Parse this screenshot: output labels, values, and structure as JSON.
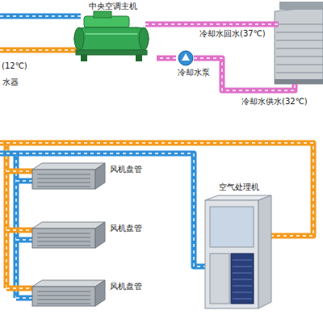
{
  "diagram": {
    "nodes": [
      {
        "text": [
          "中央空调主机"
        ]
      },
      {
        "text": [
          "冷却水泵"
        ]
      },
      {
        "text": [
          "风机盘管"
        ]
      },
      {
        "text": [
          "风机盘管"
        ]
      },
      {
        "text": [
          "风机盘管"
        ]
      },
      {
        "text": [
          "空气处理机"
        ]
      }
    ],
    "edges": [
      {
        "from": 1,
        "to": 0,
        "arrow": "none"
      }
    ],
    "labels": [
      "(12℃)",
      "水器",
      "冷却水回水(37℃)",
      "冷却水供水(32℃)"
    ]
  }
}
